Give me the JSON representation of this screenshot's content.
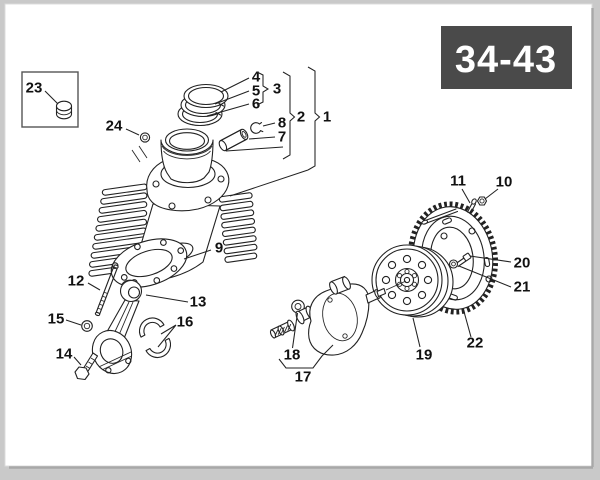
{
  "page": {
    "background": "#c9c9c9",
    "paper": "#ffffff",
    "ink": "#222222"
  },
  "badge": {
    "label": "34-43",
    "bg": "#4a4a4a",
    "fg": "#ffffff"
  },
  "callouts": [
    "1",
    "2",
    "3",
    "4",
    "5",
    "6",
    "7",
    "8",
    "9",
    "10",
    "11",
    "12",
    "13",
    "14",
    "15",
    "16",
    "17",
    "18",
    "19",
    "20",
    "21",
    "22",
    "23",
    "24"
  ]
}
